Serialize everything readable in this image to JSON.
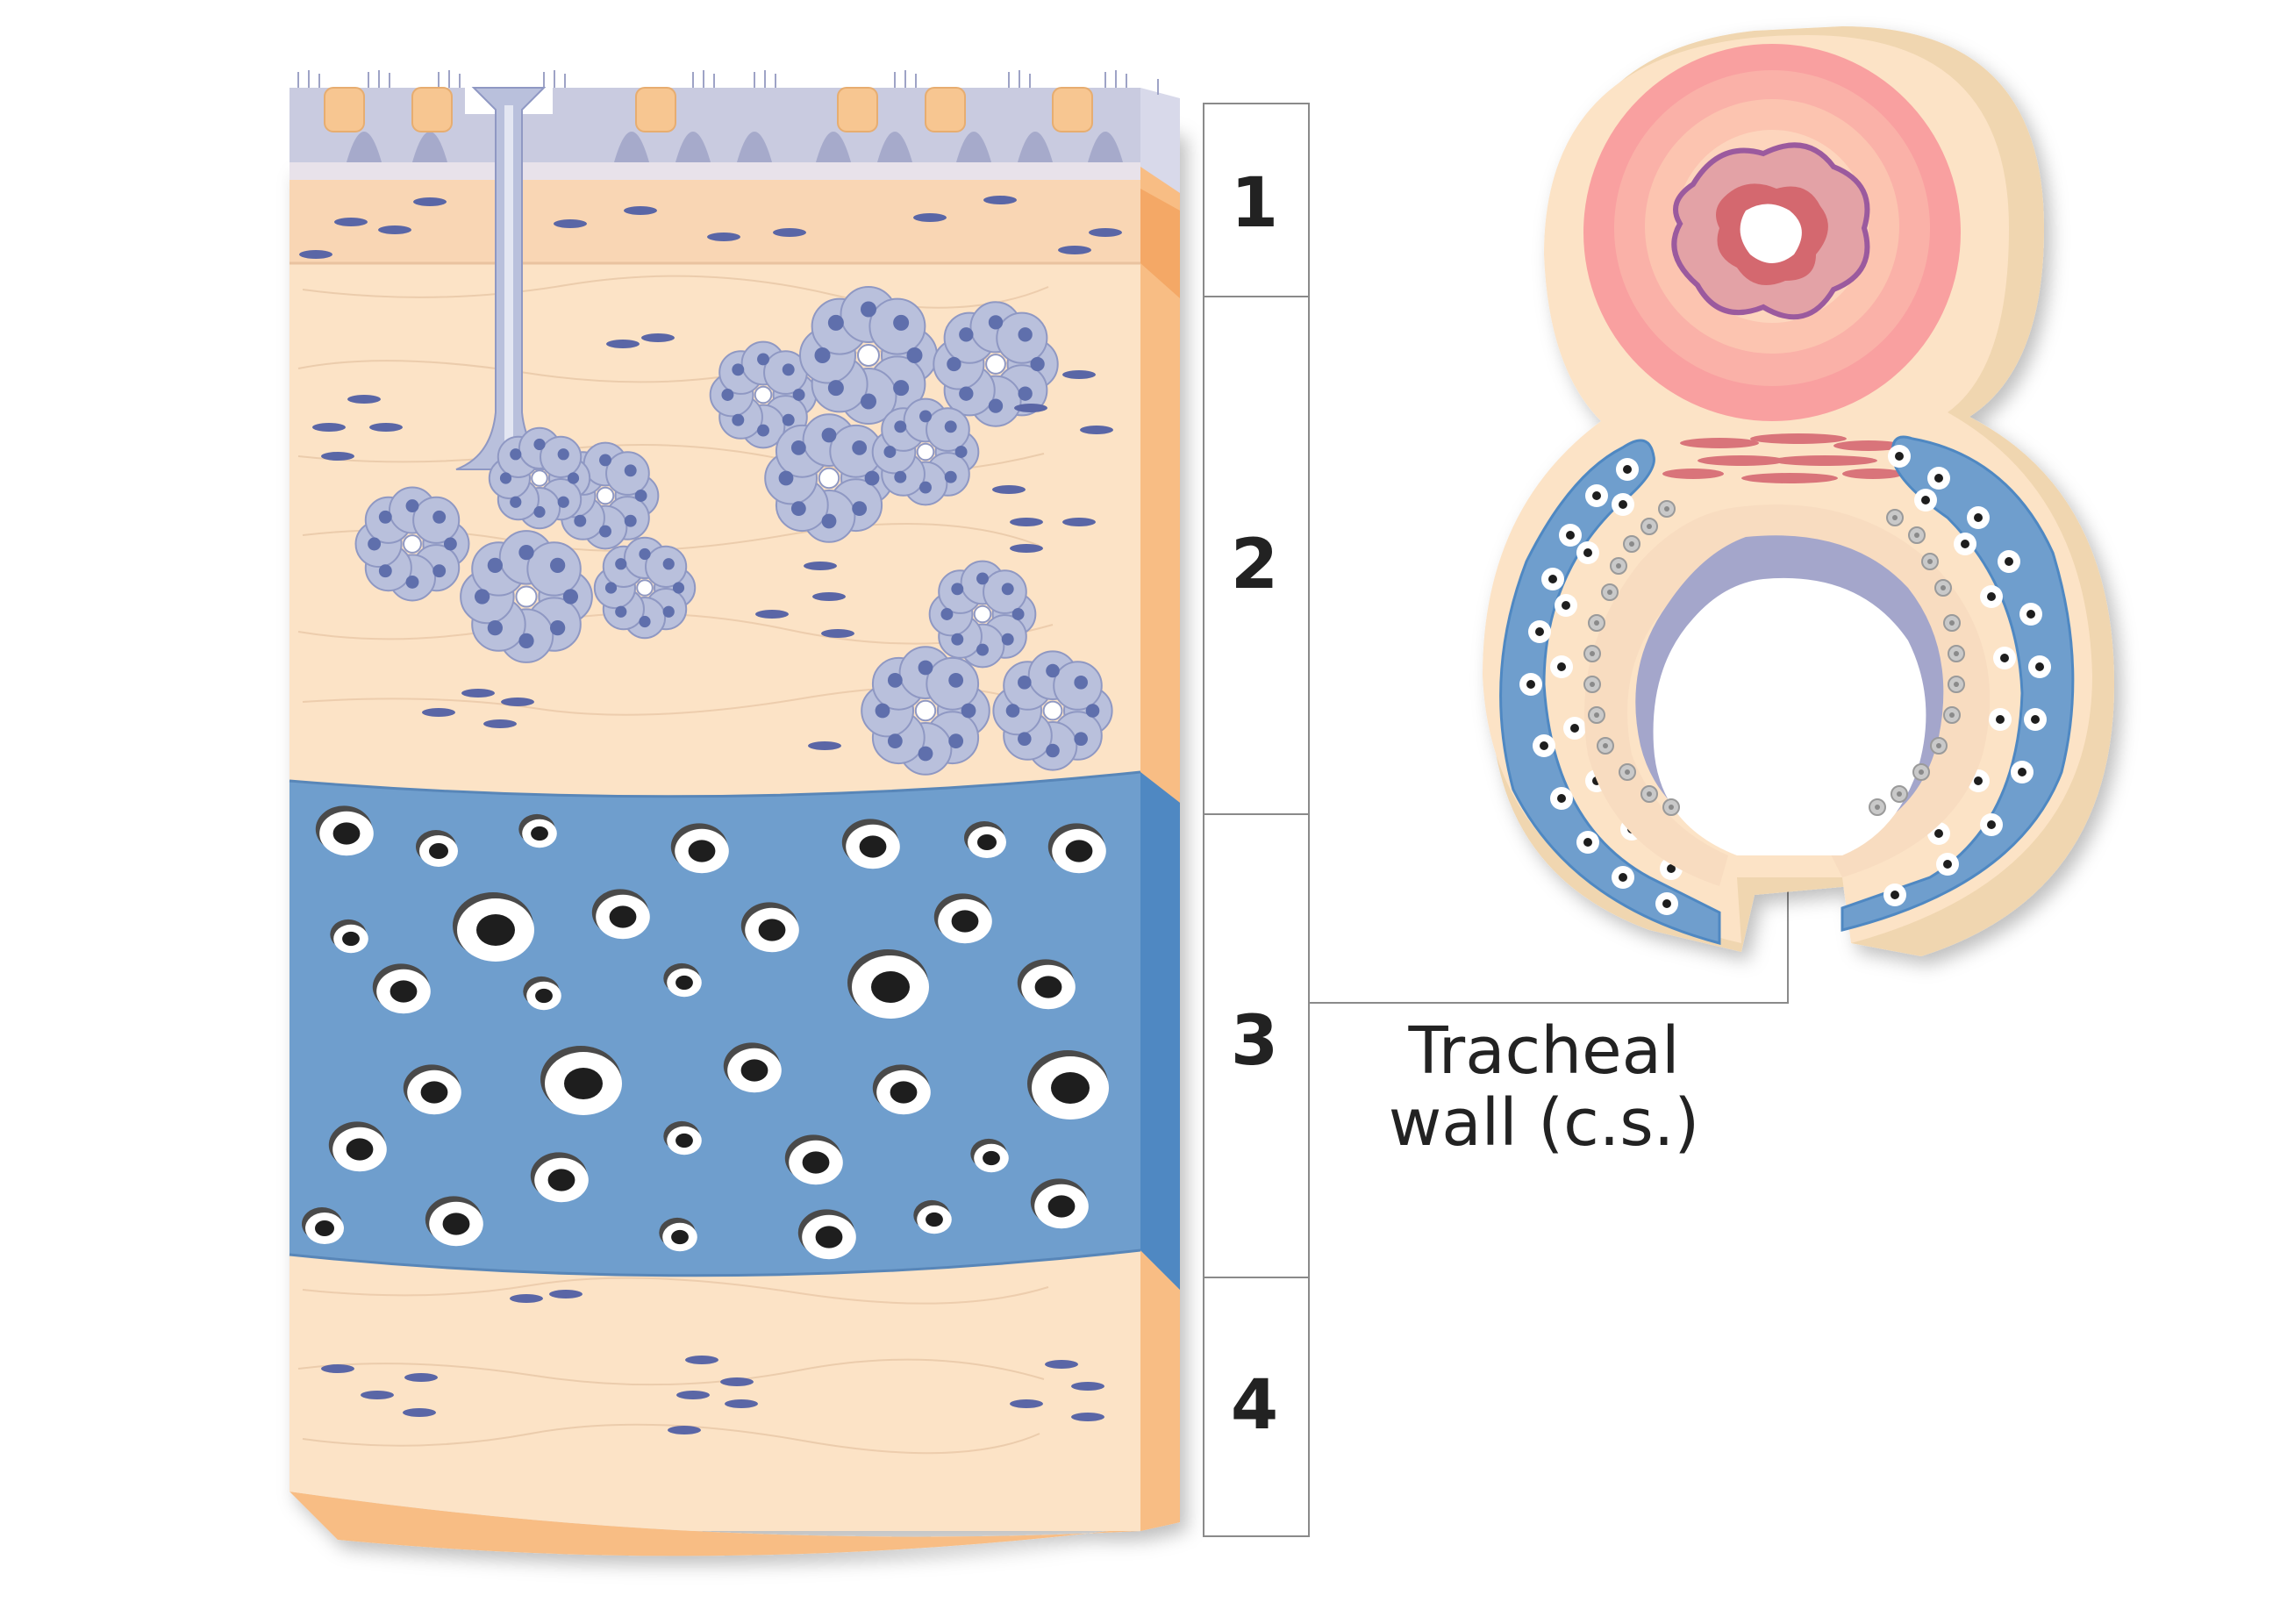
{
  "diagram": {
    "layer_labels": [
      "1",
      "2",
      "3",
      "4"
    ],
    "caption_lines": [
      "Tracheal",
      "wall (c.s.)"
    ],
    "colors": {
      "connective_tissue": "#fce3c6",
      "connective_side": "#f8bd84",
      "cartilage": "#6f9ecd",
      "cartilage_side": "#4f88c2",
      "gland_cells": "#b9c0dc",
      "gland_nuclei": "#5f6fac",
      "epithelium": "#c9cbe0",
      "goblet_cells": "#f7c691",
      "fibroblast_nuclei": "#5a66a6",
      "esophagus_outer": "#f9a0a0",
      "esophagus_lumen_border": "#9b5a9e",
      "muscle": "#d9747a",
      "label_lines": "#8a8a8a",
      "text": "#222222"
    }
  }
}
